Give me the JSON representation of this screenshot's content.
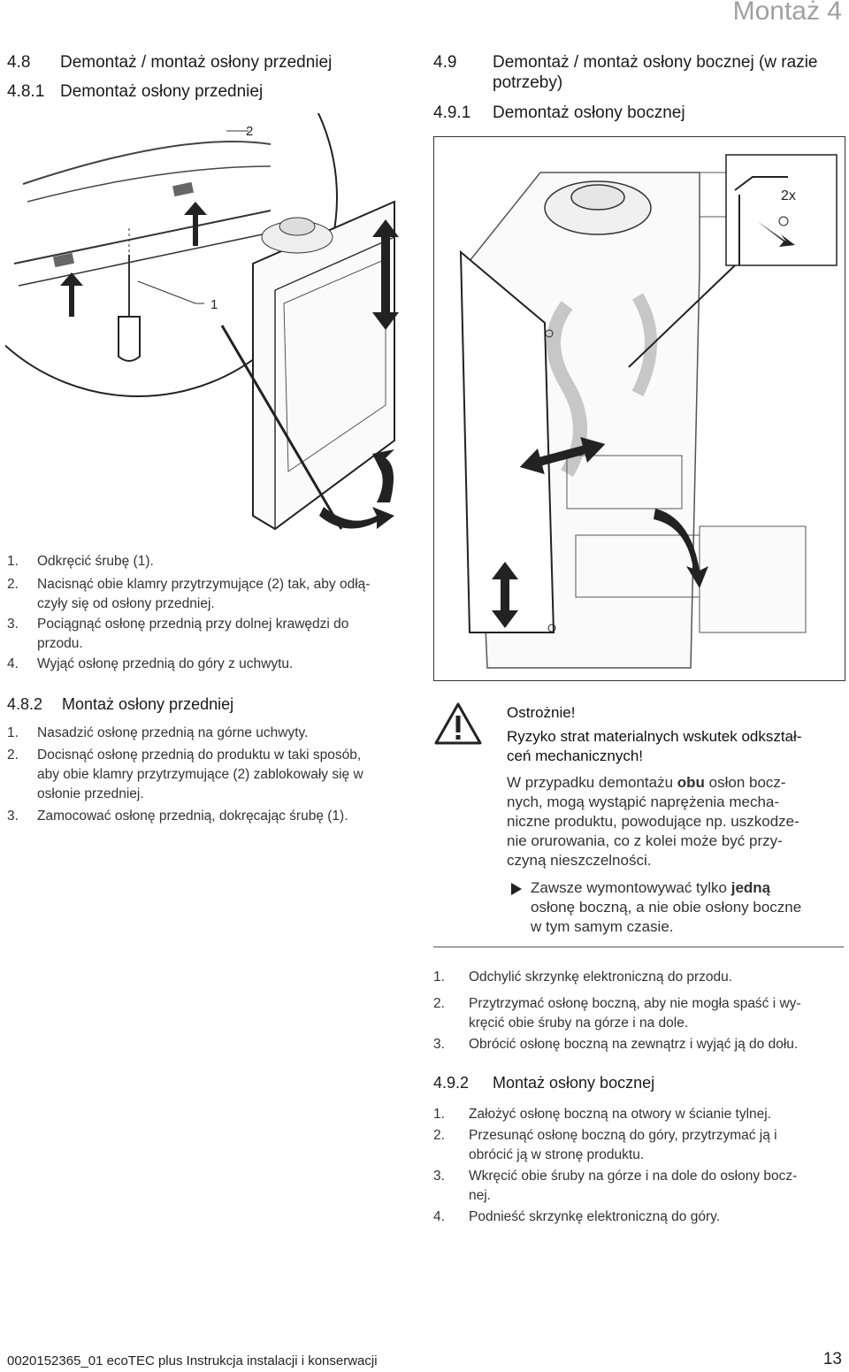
{
  "header": {
    "chapter": "Montaż 4"
  },
  "left": {
    "sec_48": {
      "num": "4.8",
      "title": "Demontaż / montaż osłony przedniej"
    },
    "sec_481": {
      "num": "4.8.1",
      "title": "Demontaż osłony przedniej"
    },
    "figure": {
      "label_2": "2",
      "label_1": "1"
    },
    "steps_481": [
      {
        "n": "1.",
        "line1": "Odkręcić śrubę (1)."
      },
      {
        "n": "2.",
        "line1": "Nacisnąć obie klamry przytrzymujące (2) tak, aby odłą-",
        "line2": "czyły się od osłony przedniej."
      },
      {
        "n": "3.",
        "line1": "Pociągnąć osłonę przednią przy dolnej krawędzi do",
        "line2": "przodu."
      },
      {
        "n": "4.",
        "line1": "Wyjąć osłonę przednią do góry z uchwytu."
      }
    ],
    "sec_482": {
      "num": "4.8.2",
      "title": "Montaż osłony przedniej"
    },
    "steps_482": [
      {
        "n": "1.",
        "line1": "Nasadzić osłonę przednią na górne uchwyty."
      },
      {
        "n": "2.",
        "line1": "Docisnąć osłonę przednią do produktu w taki sposób,",
        "line2": "aby obie klamry przytrzymujące (2) zablokowały się w",
        "line3": "osłonie przedniej."
      },
      {
        "n": "3.",
        "line1": "Zamocować osłonę przednią, dokręcając śrubę (1)."
      }
    ]
  },
  "right": {
    "sec_49": {
      "num": "4.9",
      "title_line1": "Demontaż / montaż osłony bocznej (w razie",
      "title_line2": "potrzeby)"
    },
    "sec_491": {
      "num": "4.9.1",
      "title": "Demontaż osłony bocznej"
    },
    "figure": {
      "label_2x": "2x"
    },
    "warning": {
      "title": "Ostrożnie!",
      "subtitle_line1": "Ryzyko strat materialnych wskutek odkształ-",
      "subtitle_line2": "ceń mechanicznych!",
      "body_line1_a": "W przypadku demontażu ",
      "body_line1_bold": "obu",
      "body_line1_b": " osłon bocz-",
      "body_line2": "nych, mogą wystąpić naprężenia mecha-",
      "body_line3": "niczne produktu, powodujące np. uszkodze-",
      "body_line4": "nie orurowania, co z kolei może być przy-",
      "body_line5": "czyną nieszczelności.",
      "action_a": "Zawsze wymontowywać tylko ",
      "action_bold": "jedną",
      "action_line2": "osłonę boczną, a nie obie osłony boczne",
      "action_line3": "w tym samym czasie."
    },
    "steps_491": [
      {
        "n": "1.",
        "line1": "Odchylić skrzynkę elektroniczną do przodu."
      },
      {
        "n": "2.",
        "line1": "Przytrzymać osłonę boczną, aby nie mogła spaść i wy-",
        "line2": "kręcić obie śruby na górze i na dole."
      },
      {
        "n": "3.",
        "line1": "Obrócić osłonę boczną na zewnątrz i wyjąć ją do dołu."
      }
    ],
    "sec_492": {
      "num": "4.9.2",
      "title": "Montaż osłony bocznej"
    },
    "steps_492": [
      {
        "n": "1.",
        "line1": "Założyć osłonę boczną na otwory w ścianie tylnej."
      },
      {
        "n": "2.",
        "line1": "Przesunąć osłonę boczną do góry, przytrzymać ją i",
        "line2": "obrócić ją w stronę produktu."
      },
      {
        "n": "3.",
        "line1": "Wkręcić obie śruby na górze i na dole do osłony bocz-",
        "line2": "nej."
      },
      {
        "n": "4.",
        "line1": "Podnieść skrzynkę elektroniczną do góry."
      }
    ]
  },
  "footer": {
    "left": "0020152365_01 ecoTEC plus Instrukcja instalacji i konserwacji",
    "page": "13"
  }
}
